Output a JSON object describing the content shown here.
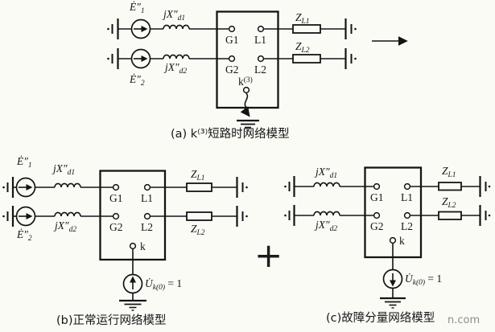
{
  "diagram_a": {
    "caption": "(a) k⁽³⁾短路时网络模型",
    "emf1": {
      "main": "Ė″",
      "sub": "1"
    },
    "emf2": {
      "main": "Ė″",
      "sub": "2"
    },
    "react1": {
      "main": "jX″",
      "sub": "d1"
    },
    "react2": {
      "main": "jX″",
      "sub": "d2"
    },
    "load1": {
      "main": "Z",
      "sub": "L1"
    },
    "load2": {
      "main": "Z",
      "sub": "L2"
    },
    "term_g1": "G1",
    "term_l1": "L1",
    "term_g2": "G2",
    "term_l2": "L2",
    "fault": {
      "main": "k",
      "sup": "(3)"
    }
  },
  "diagram_b": {
    "caption": "(b)正常运行网络模型",
    "emf1": {
      "main": "Ė″",
      "sub": "1"
    },
    "emf2": {
      "main": "Ė″",
      "sub": "2"
    },
    "react1": {
      "main": "jX″",
      "sub": "d1"
    },
    "react2": {
      "main": "jX″",
      "sub": "d2"
    },
    "load1": {
      "main": "Z",
      "sub": "L1"
    },
    "load2": {
      "main": "Z",
      "sub": "L2"
    },
    "term_g1": "G1",
    "term_l1": "L1",
    "term_g2": "G2",
    "term_l2": "L2",
    "fault": "k",
    "voltage": {
      "main": "U̇",
      "sub": "k(0)",
      "eq": " = 1"
    }
  },
  "diagram_c": {
    "caption": "(c)故障分量网络模型",
    "react1": {
      "main": "jX″",
      "sub": "d1"
    },
    "react2": {
      "main": "jX″",
      "sub": "d2"
    },
    "load1": {
      "main": "Z",
      "sub": "L1"
    },
    "load2": {
      "main": "Z",
      "sub": "L2"
    },
    "term_g1": "G1",
    "term_l1": "L1",
    "term_g2": "G2",
    "term_l2": "L2",
    "fault": "k",
    "voltage": {
      "main": "U̇",
      "sub": "k(0)",
      "eq": " = 1"
    }
  },
  "operator_plus": "+",
  "watermark": "n.com",
  "colors": {
    "ink": "#141414",
    "background": "#fbfbf6",
    "watermark_gray": "#8d8d8d"
  },
  "icons": {
    "source_right_arrow": "current-source-arrow-right",
    "source_up_arrow": "current-source-arrow-up",
    "source_down_arrow": "current-source-arrow-down",
    "lightning": "short-circuit-lightning-arrow",
    "flow_arrow": "rightward-flow-arrow"
  }
}
